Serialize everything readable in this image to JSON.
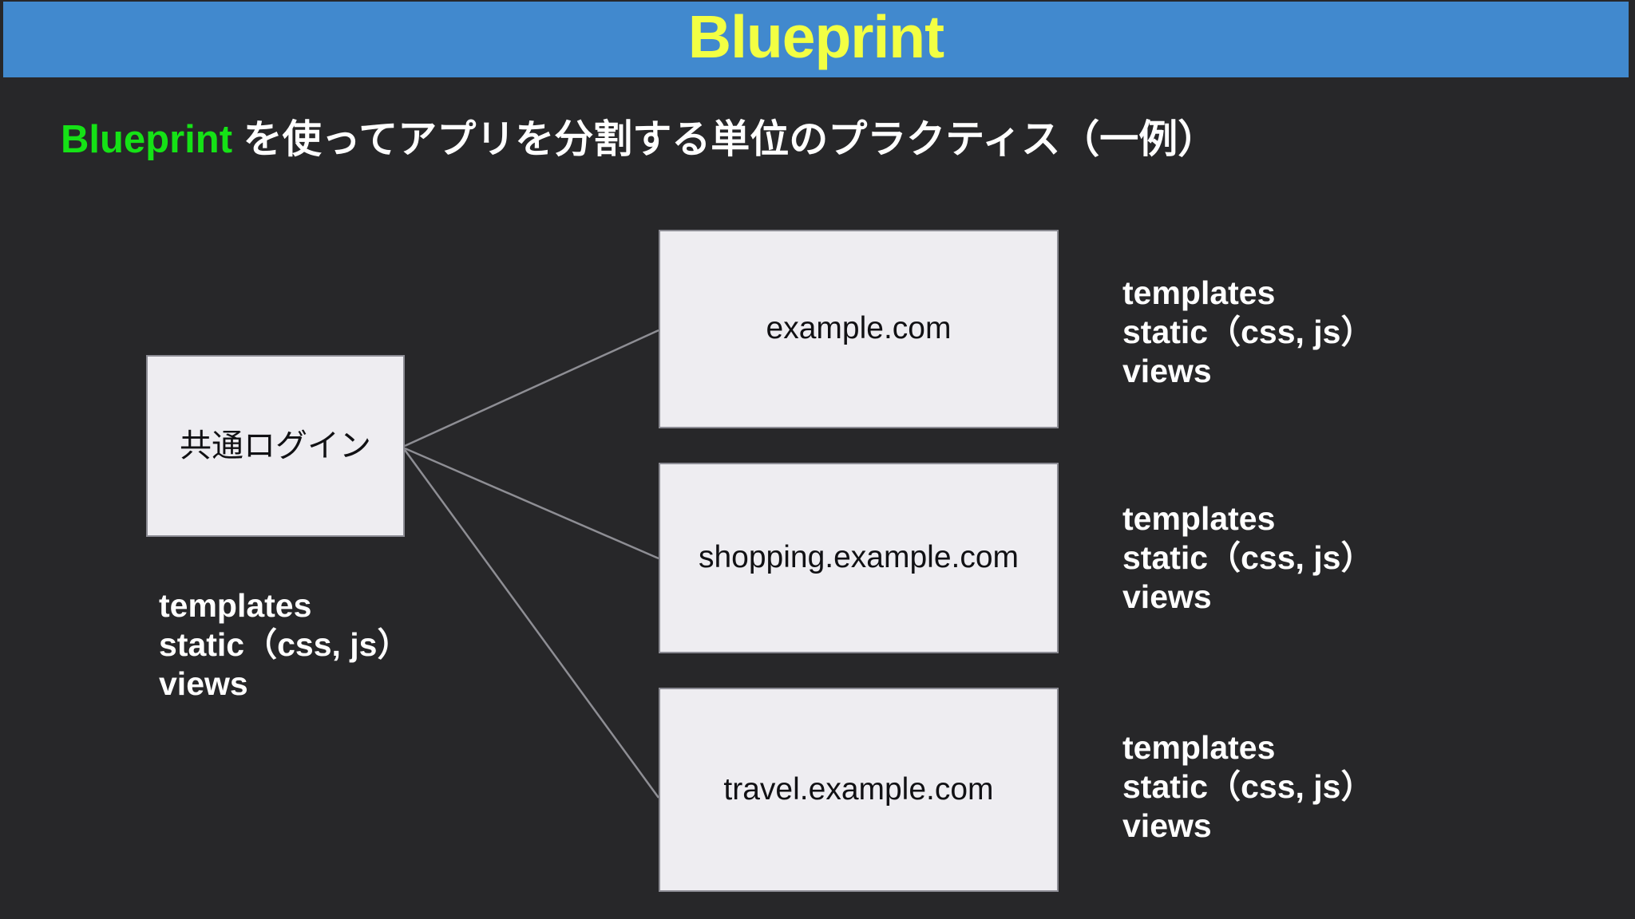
{
  "slide": {
    "background_color": "#272729",
    "title_bar": {
      "text": "Blueprint",
      "background_color": "#4189CE",
      "text_color": "#F2FF43"
    },
    "heading": {
      "accent_text": "Blueprint",
      "accent_color": "#15E216",
      "rest_text": " を使ってアプリを分割する単位のプラクティス（一例）",
      "text_color": "#FFFFFF"
    }
  },
  "diagram": {
    "box_fill_color": "#EEEDF1",
    "box_border_color": "#8B8B93",
    "box_text_color": "#111114",
    "connector_color": "#8E8E94",
    "source_node": {
      "label": "共通ログイン",
      "folders": [
        "templates",
        "static（css, js）",
        "views"
      ]
    },
    "target_nodes": [
      {
        "label": "example.com",
        "folders": [
          "templates",
          "static（css, js）",
          "views"
        ]
      },
      {
        "label": "shopping.example.com",
        "folders": [
          "templates",
          "static（css, js）",
          "views"
        ]
      },
      {
        "label": "travel.example.com",
        "folders": [
          "templates",
          "static（css, js）",
          "views"
        ]
      }
    ]
  }
}
